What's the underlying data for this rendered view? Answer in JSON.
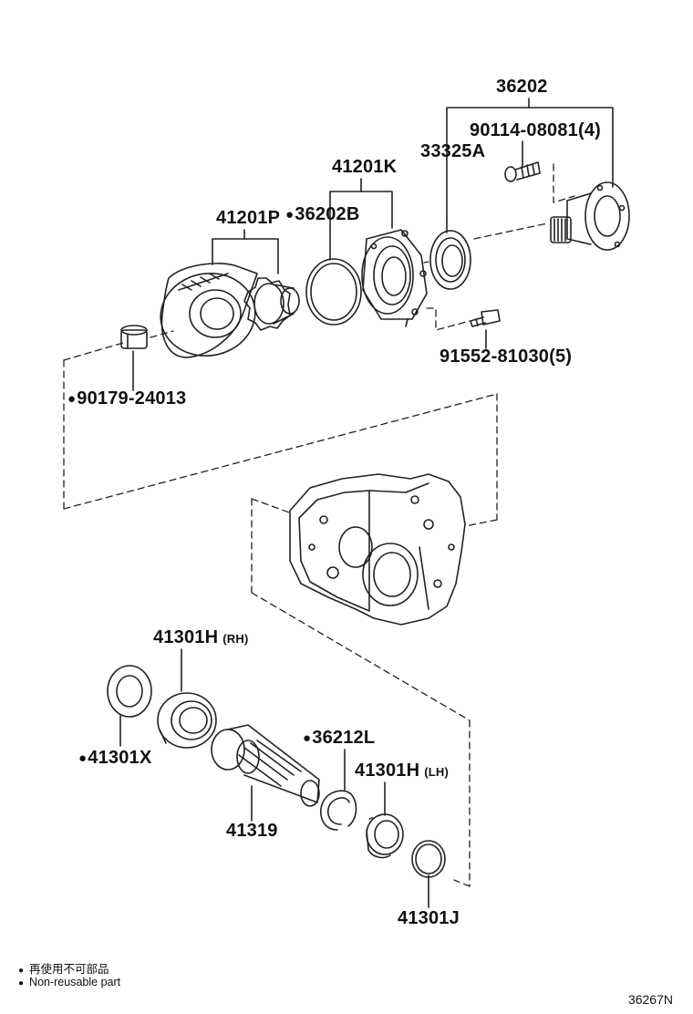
{
  "parts": {
    "p36202": {
      "number": "36202",
      "mark": "",
      "suffix": ""
    },
    "p90114": {
      "number": "90114-08081(4)",
      "mark": "",
      "suffix": ""
    },
    "p33325A": {
      "number": "33325A",
      "mark": "",
      "suffix": ""
    },
    "p41201K": {
      "number": "41201K",
      "mark": "",
      "suffix": ""
    },
    "p36202B": {
      "number": "36202B",
      "mark": "●",
      "suffix": ""
    },
    "p41201P": {
      "number": "41201P",
      "mark": "",
      "suffix": ""
    },
    "p91552": {
      "number": "91552-81030(5)",
      "mark": "",
      "suffix": ""
    },
    "p90179": {
      "number": "90179-24013",
      "mark": "●",
      "suffix": ""
    },
    "p41301H_rh": {
      "number": "41301H",
      "mark": "",
      "suffix": "(RH)"
    },
    "p41301X": {
      "number": "41301X",
      "mark": "●",
      "suffix": ""
    },
    "p36212L": {
      "number": "36212L",
      "mark": "●",
      "suffix": ""
    },
    "p41301H_lh": {
      "number": "41301H",
      "mark": "",
      "suffix": "(LH)"
    },
    "p41319": {
      "number": "41319",
      "mark": "",
      "suffix": ""
    },
    "p41301J": {
      "number": "41301J",
      "mark": "",
      "suffix": ""
    }
  },
  "legend": {
    "mark": "●",
    "line1": "再使用不可部品",
    "line2": "Non-reusable part"
  },
  "reference_code": "36267N"
}
